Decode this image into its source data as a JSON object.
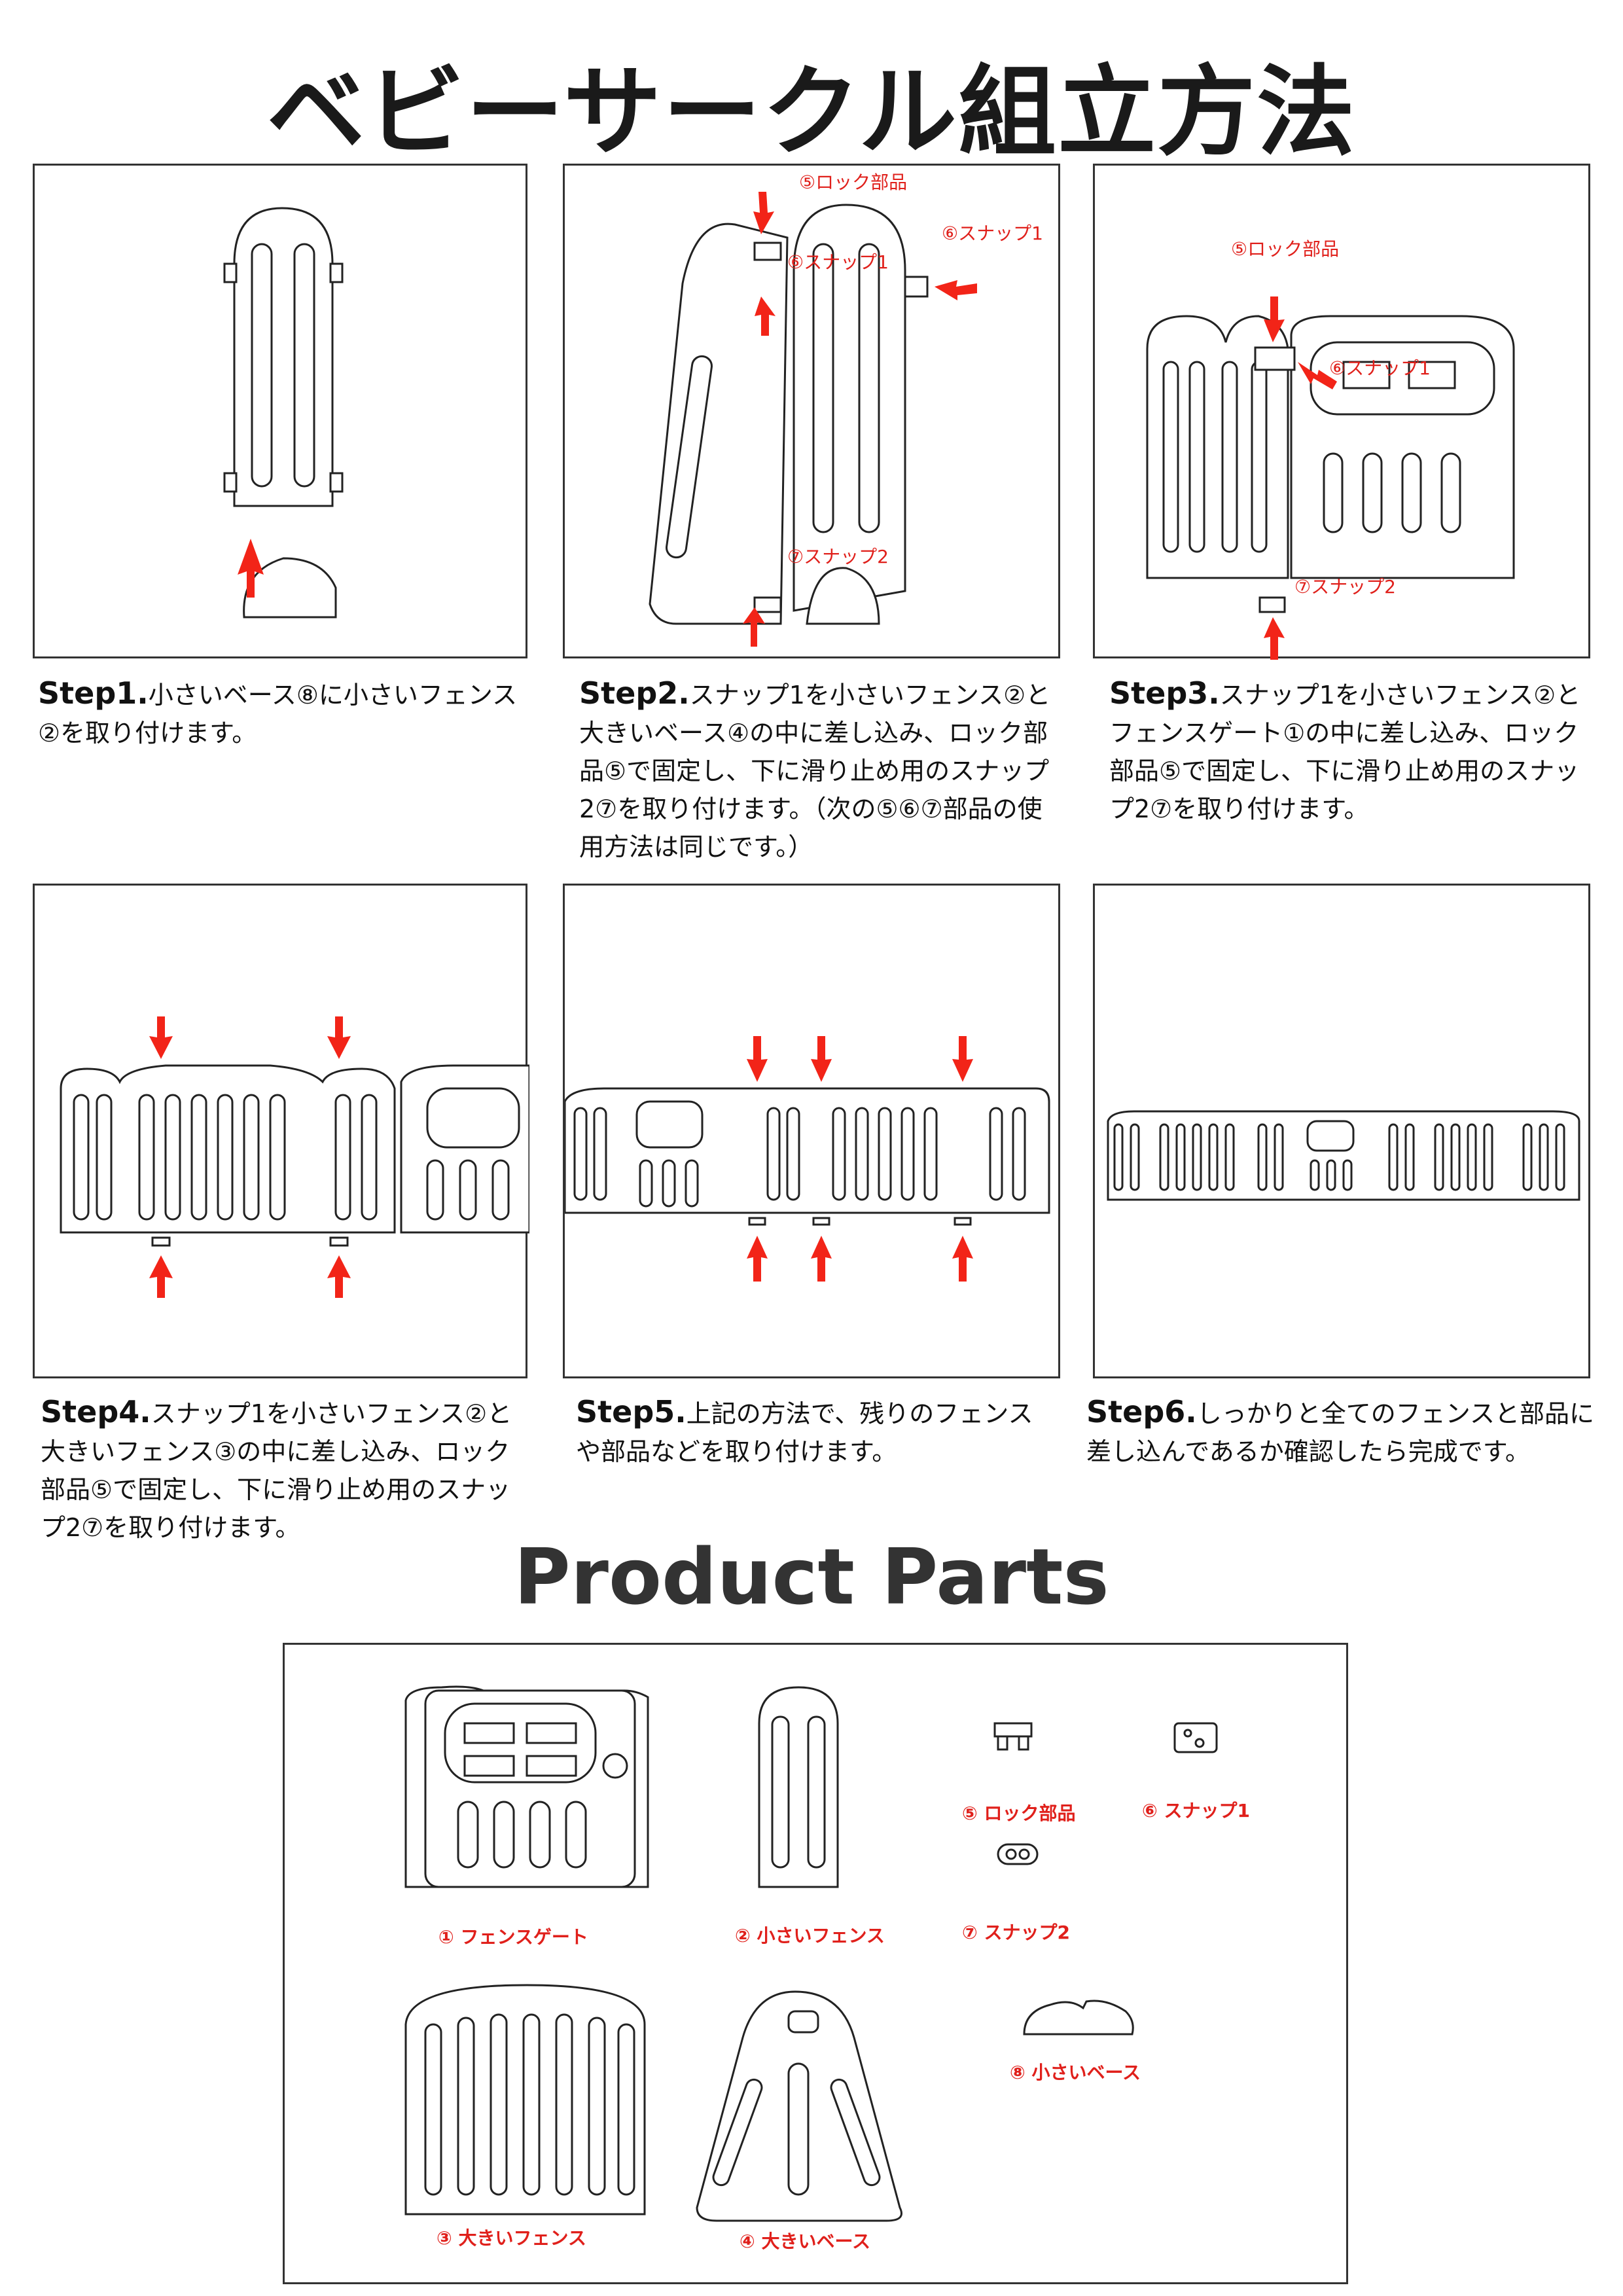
{
  "title": "ベビーサークル組立方法",
  "steps": [
    {
      "label": "Step1.",
      "text": "小さいベース⑧に小さいフェンス②を取り付けます。"
    },
    {
      "label": "Step2.",
      "text": "スナップ1を小さいフェンス②と大きいベース④の中に差し込み、ロック部品⑤で固定し、下に滑り止め用のスナップ2⑦を取り付けます。（次の⑤⑥⑦部品の使用方法は同じです。）"
    },
    {
      "label": "Step3.",
      "text": "スナップ1を小さいフェンス②とフェンスゲート①の中に差し込み、ロック部品⑤で固定し、下に滑り止め用のスナップ2⑦を取り付けます。"
    },
    {
      "label": "Step4.",
      "text": "スナップ1を小さいフェンス②と大きいフェンス③の中に差し込み、ロック部品⑤で固定し、下に滑り止め用のスナップ2⑦を取り付けます。"
    },
    {
      "label": "Step5.",
      "text": "上記の方法で、残りのフェンスや部品などを取り付けます。"
    },
    {
      "label": "Step6.",
      "text": "しっかりと全てのフェンスと部品に差し込んであるか確認したら完成です。"
    }
  ],
  "callouts": {
    "lock": "⑤ロック部品",
    "snap1": "⑥スナップ1",
    "snap2": "⑦スナップ2"
  },
  "parts_title": "Product Parts",
  "parts": [
    {
      "label": "① フェンスゲート"
    },
    {
      "label": "② 小さいフェンス"
    },
    {
      "label": "③ 大きいフェンス"
    },
    {
      "label": "④ 大きいベース"
    },
    {
      "label": "⑤ ロック部品"
    },
    {
      "label": "⑥ スナップ1"
    },
    {
      "label": "⑦ スナップ2"
    },
    {
      "label": "⑧ 小さいベース"
    }
  ],
  "colors": {
    "accent_red": "#e0201b",
    "border": "#333333"
  }
}
